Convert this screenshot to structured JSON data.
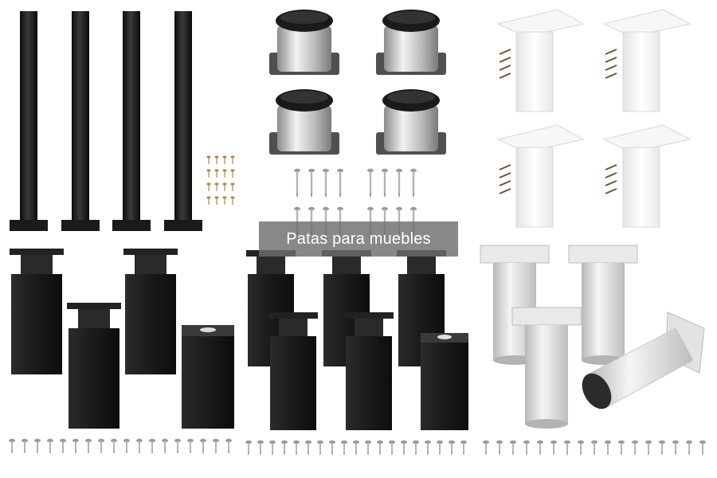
{
  "caption": {
    "text": "Patas para muebles"
  },
  "products": [
    {
      "id": "black-tube-legs",
      "color": "#1e1e1e"
    },
    {
      "id": "round-chrome-legs",
      "color": "#c9c9c9"
    },
    {
      "id": "white-square-legs",
      "color": "#f4f4f4"
    },
    {
      "id": "black-adjustable-legs-set-a",
      "color": "#151515"
    },
    {
      "id": "black-adjustable-legs-set-b",
      "color": "#151515"
    },
    {
      "id": "silver-cylinder-legs",
      "color": "#d8d8d8"
    }
  ],
  "accessories": [
    "screws-icon"
  ]
}
